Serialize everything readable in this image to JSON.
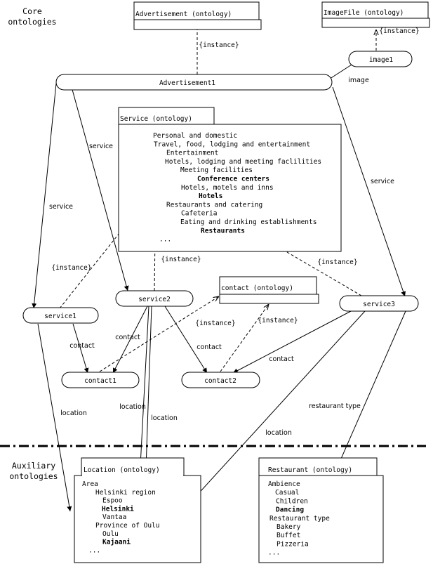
{
  "sections": {
    "core": [
      "Core",
      "ontologies"
    ],
    "auxiliary": [
      "Auxiliary",
      "ontologies"
    ]
  },
  "classes": {
    "advertisement": "Advertisement (ontology)",
    "imagefile": "ImageFile (ontology)",
    "service": "Service (ontology)",
    "contact": "contact (ontology)",
    "location": "Location (ontology)",
    "restaurant": "Restaurant (ontology)"
  },
  "instances": {
    "advertisement1": "Advertisement1",
    "image1": "image1",
    "service1": "service1",
    "service2": "service2",
    "service3": "service3",
    "contact1": "contact1",
    "contact2": "contact2"
  },
  "service_tree": [
    {
      "text": "Personal and domestic",
      "bold": false
    },
    {
      "text": "Travel, food, lodging and entertainment",
      "bold": false
    },
    {
      "text": "Entertainment",
      "bold": false
    },
    {
      "text": "Hotels, lodging and meeting faclilities",
      "bold": false
    },
    {
      "text": "Meeting facilities",
      "bold": false
    },
    {
      "text": "Conference centers",
      "bold": true
    },
    {
      "text": "Hotels, motels and inns",
      "bold": false
    },
    {
      "text": "Hotels",
      "bold": true
    },
    {
      "text": "Restaurants and catering",
      "bold": false
    },
    {
      "text": "Cafeteria",
      "bold": false
    },
    {
      "text": "Eating and drinking establishments",
      "bold": false
    },
    {
      "text": "Restaurants",
      "bold": true
    },
    {
      "text": "...",
      "bold": false
    }
  ],
  "location_tree": [
    {
      "text": "Area",
      "bold": false
    },
    {
      "text": "Helsinki region",
      "bold": false
    },
    {
      "text": "Espoo",
      "bold": false
    },
    {
      "text": "Helsinki",
      "bold": true
    },
    {
      "text": "Vantaa",
      "bold": false
    },
    {
      "text": "Province of Oulu",
      "bold": false
    },
    {
      "text": "Oulu",
      "bold": false
    },
    {
      "text": "Kajaani",
      "bold": true
    },
    {
      "text": "...",
      "bold": false
    }
  ],
  "restaurant_tree": [
    {
      "text": "Ambience",
      "bold": false
    },
    {
      "text": "Casual",
      "bold": false
    },
    {
      "text": "Children",
      "bold": false
    },
    {
      "text": "Dancing",
      "bold": true
    },
    {
      "text": "Restaurant type",
      "bold": false
    },
    {
      "text": "Bakery",
      "bold": false
    },
    {
      "text": "Buffet",
      "bold": false
    },
    {
      "text": "Pizzeria",
      "bold": false
    },
    {
      "text": "...",
      "bold": false
    }
  ],
  "edge_labels": {
    "instance": "{instance}",
    "image": "image",
    "service": "service",
    "contact": "contact",
    "location": "location",
    "restaurant_type": "restaurant type"
  }
}
